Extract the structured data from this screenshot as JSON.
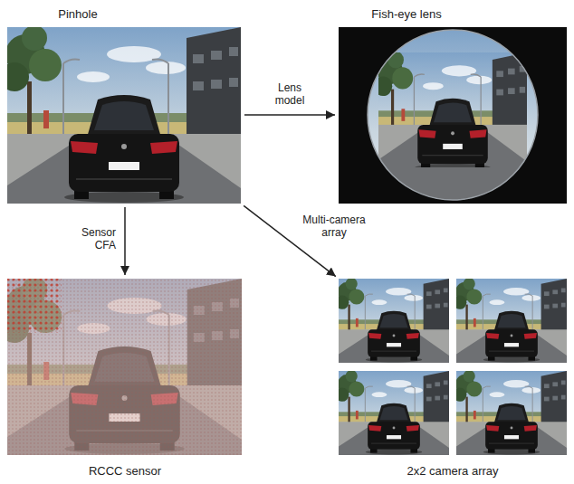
{
  "diagram": {
    "nodes": [
      {
        "text": [
          "Pinhole"
        ]
      },
      {
        "text": [
          "Fish-eye lens"
        ]
      },
      {
        "text": [
          "RCCC sensor"
        ]
      },
      {
        "text": [
          "2x2 camera array"
        ]
      }
    ],
    "edges": [
      {
        "from": 0,
        "to": 1,
        "arrow": "to",
        "label": "Lens model"
      },
      {
        "from": 0,
        "to": 2,
        "arrow": "to",
        "label": "Sensor CFA"
      },
      {
        "from": 0,
        "to": 3,
        "arrow": "to",
        "label": "Multi-camera array"
      }
    ]
  }
}
